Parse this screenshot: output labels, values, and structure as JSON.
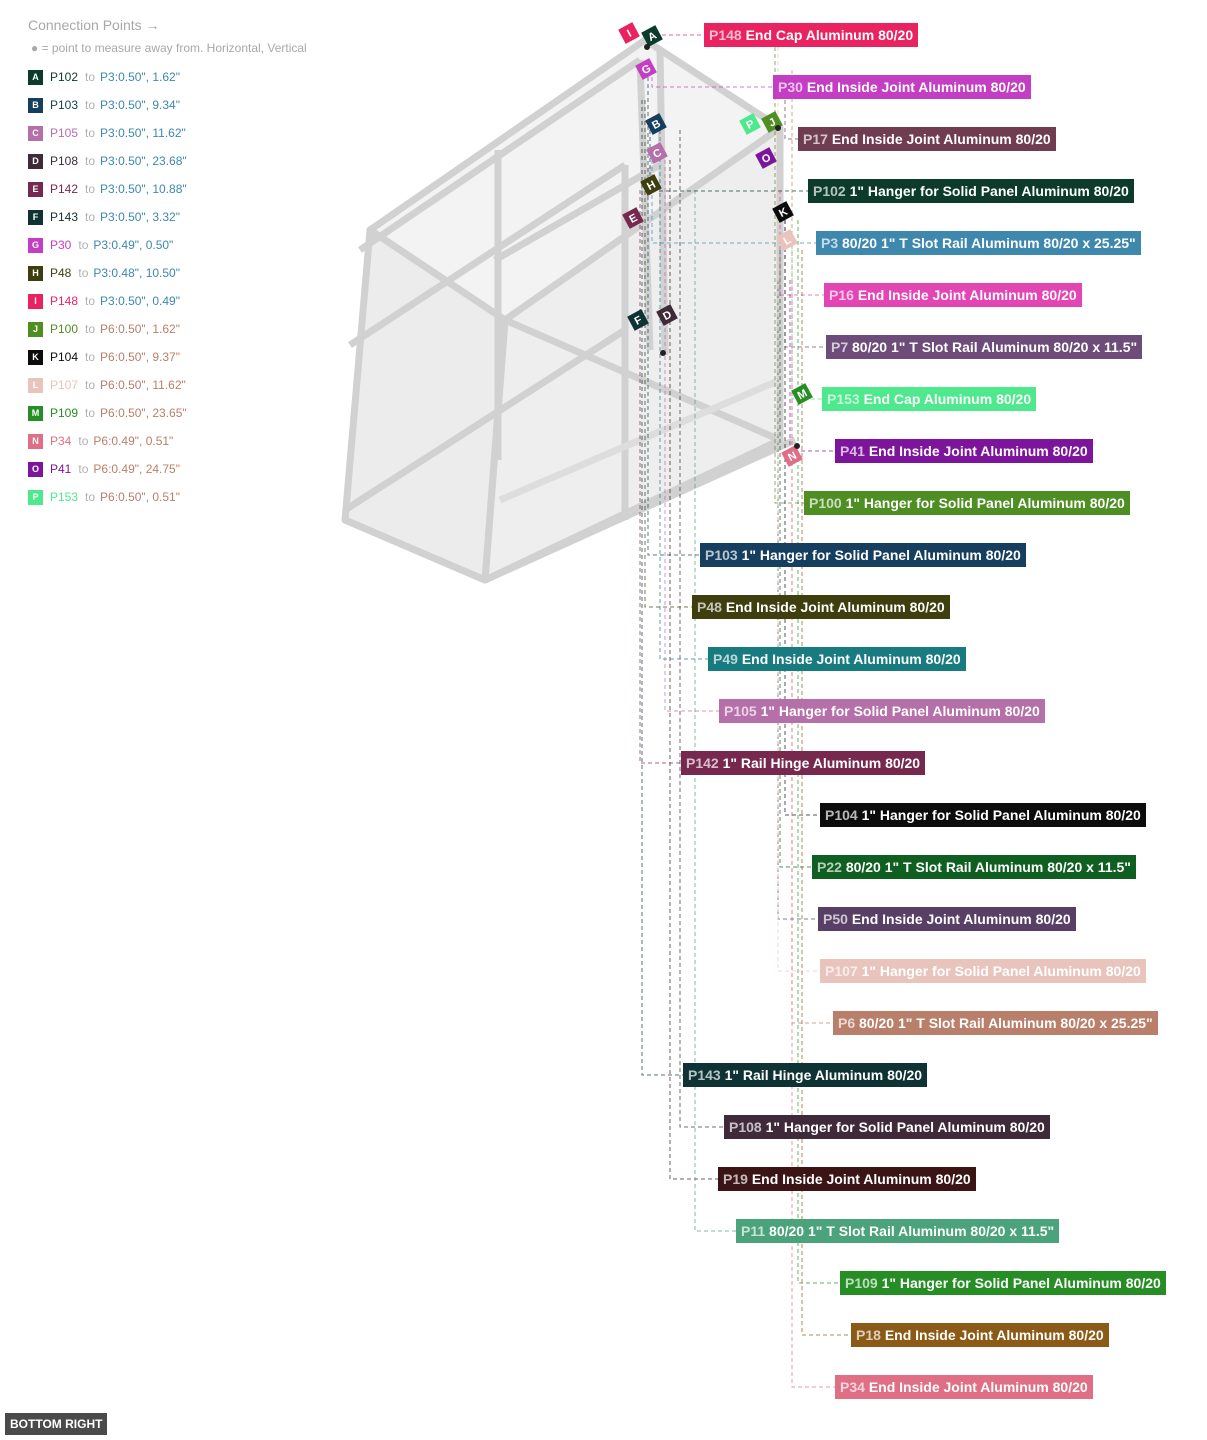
{
  "legend": {
    "title": "Connection Points →",
    "subtitle": "● = point to measure away from. Horizontal, Vertical",
    "items": [
      {
        "letter": "A",
        "part": "P102",
        "target": "P3",
        "measurement": "0.50\", 1.62\"",
        "color": "#0c3b2b"
      },
      {
        "letter": "B",
        "part": "P103",
        "target": "P3",
        "measurement": "0.50\", 9.34\"",
        "color": "#163e5e"
      },
      {
        "letter": "C",
        "part": "P105",
        "target": "P3",
        "measurement": "0.50\", 11.62\"",
        "color": "#b56fa9"
      },
      {
        "letter": "D",
        "part": "P108",
        "target": "P3",
        "measurement": "0.50\", 23.68\"",
        "color": "#3f2a3a"
      },
      {
        "letter": "E",
        "part": "P142",
        "target": "P3",
        "measurement": "0.50\", 10.88\"",
        "color": "#76284f"
      },
      {
        "letter": "F",
        "part": "P143",
        "target": "P3",
        "measurement": "0.50\", 3.32\"",
        "color": "#0f3234"
      },
      {
        "letter": "G",
        "part": "P30",
        "target": "P3",
        "measurement": "0.49\", 0.50\"",
        "color": "#c43ec4"
      },
      {
        "letter": "H",
        "part": "P48",
        "target": "P3",
        "measurement": "0.48\", 10.50\"",
        "color": "#3e3e0e"
      },
      {
        "letter": "I",
        "part": "P148",
        "target": "P3",
        "measurement": "0.50\", 0.49\"",
        "color": "#ea2260"
      },
      {
        "letter": "J",
        "part": "P100",
        "target": "P6",
        "measurement": "0.50\", 1.62\"",
        "color": "#4f8e23"
      },
      {
        "letter": "K",
        "part": "P104",
        "target": "P6",
        "measurement": "0.50\", 9.37\"",
        "color": "#0c0c0c"
      },
      {
        "letter": "L",
        "part": "P107",
        "target": "P6",
        "measurement": "0.50\", 11.62\"",
        "color": "#e8c4bd"
      },
      {
        "letter": "M",
        "part": "P109",
        "target": "P6",
        "measurement": "0.50\", 23.65\"",
        "color": "#268e25"
      },
      {
        "letter": "N",
        "part": "P34",
        "target": "P6",
        "measurement": "0.49\", 0.51\"",
        "color": "#e06f86"
      },
      {
        "letter": "O",
        "part": "P41",
        "target": "P6",
        "measurement": "0.49\", 24.75\"",
        "color": "#7d149c"
      },
      {
        "letter": "P",
        "part": "P153",
        "target": "P6",
        "measurement": "0.50\", 0.51\"",
        "color": "#4de98c"
      }
    ]
  },
  "labels": [
    {
      "id": "P148",
      "name": "End Cap Aluminum 80/20",
      "color": "#ea2260"
    },
    {
      "id": "P30",
      "name": "End Inside Joint  Aluminum 80/20",
      "color": "#c43ec4"
    },
    {
      "id": "P17",
      "name": "End Inside Joint  Aluminum 80/20",
      "color": "#6f3d4f"
    },
    {
      "id": "P102",
      "name": "1\" Hanger for Solid Panel Aluminum 80/20",
      "color": "#0c3b2b"
    },
    {
      "id": "P3",
      "name": "80/20 1\" T Slot Rail Aluminum 80/20 x 25.25\"",
      "color": "#3e88ae"
    },
    {
      "id": "P16",
      "name": "End Inside Joint  Aluminum 80/20",
      "color": "#e445b4"
    },
    {
      "id": "P7",
      "name": "80/20 1\" T Slot Rail Aluminum 80/20 x 11.5\"",
      "color": "#6e4c79"
    },
    {
      "id": "P153",
      "name": "End Cap Aluminum 80/20",
      "color": "#4de98c"
    },
    {
      "id": "P41",
      "name": "End Inside Joint  Aluminum 80/20",
      "color": "#7d149c"
    },
    {
      "id": "P100",
      "name": "1\" Hanger for Solid Panel Aluminum 80/20",
      "color": "#4f8e23"
    },
    {
      "id": "P103",
      "name": "1\" Hanger for Solid Panel Aluminum 80/20",
      "color": "#163e5e"
    },
    {
      "id": "P48",
      "name": "End Inside Joint  Aluminum 80/20",
      "color": "#3e3e0e"
    },
    {
      "id": "P49",
      "name": "End Inside Joint  Aluminum 80/20",
      "color": "#177b7f"
    },
    {
      "id": "P105",
      "name": "1\" Hanger for Solid Panel Aluminum 80/20",
      "color": "#b56fa9"
    },
    {
      "id": "P142",
      "name": "1\" Rail Hinge Aluminum 80/20",
      "color": "#76284f"
    },
    {
      "id": "P104",
      "name": "1\" Hanger for Solid Panel Aluminum 80/20",
      "color": "#0c0c0c"
    },
    {
      "id": "P22",
      "name": "80/20 1\" T Slot Rail Aluminum 80/20 x 11.5\"",
      "color": "#0f5f20"
    },
    {
      "id": "P50",
      "name": "End Inside Joint  Aluminum 80/20",
      "color": "#573f66"
    },
    {
      "id": "P107",
      "name": "1\" Hanger for Solid Panel Aluminum 80/20",
      "color": "#e8c4bd"
    },
    {
      "id": "P6",
      "name": "80/20 1\" T Slot Rail Aluminum 80/20 x 25.25\"",
      "color": "#b97f6a"
    },
    {
      "id": "P143",
      "name": "1\" Rail Hinge Aluminum 80/20",
      "color": "#0f3234"
    },
    {
      "id": "P108",
      "name": "1\" Hanger for Solid Panel Aluminum 80/20",
      "color": "#3f2a3a"
    },
    {
      "id": "P19",
      "name": "End Inside Joint  Aluminum 80/20",
      "color": "#3b1516"
    },
    {
      "id": "P11",
      "name": "80/20 1\" T Slot Rail Aluminum 80/20 x 11.5\"",
      "color": "#4aa37a"
    },
    {
      "id": "P109",
      "name": "1\" Hanger for Solid Panel Aluminum 80/20",
      "color": "#268e25"
    },
    {
      "id": "P18",
      "name": "End Inside Joint  Aluminum 80/20",
      "color": "#8a5a16"
    },
    {
      "id": "P34",
      "name": "End Inside Joint  Aluminum 80/20",
      "color": "#e06f86"
    }
  ],
  "view_button": "BOTTOM RIGHT"
}
